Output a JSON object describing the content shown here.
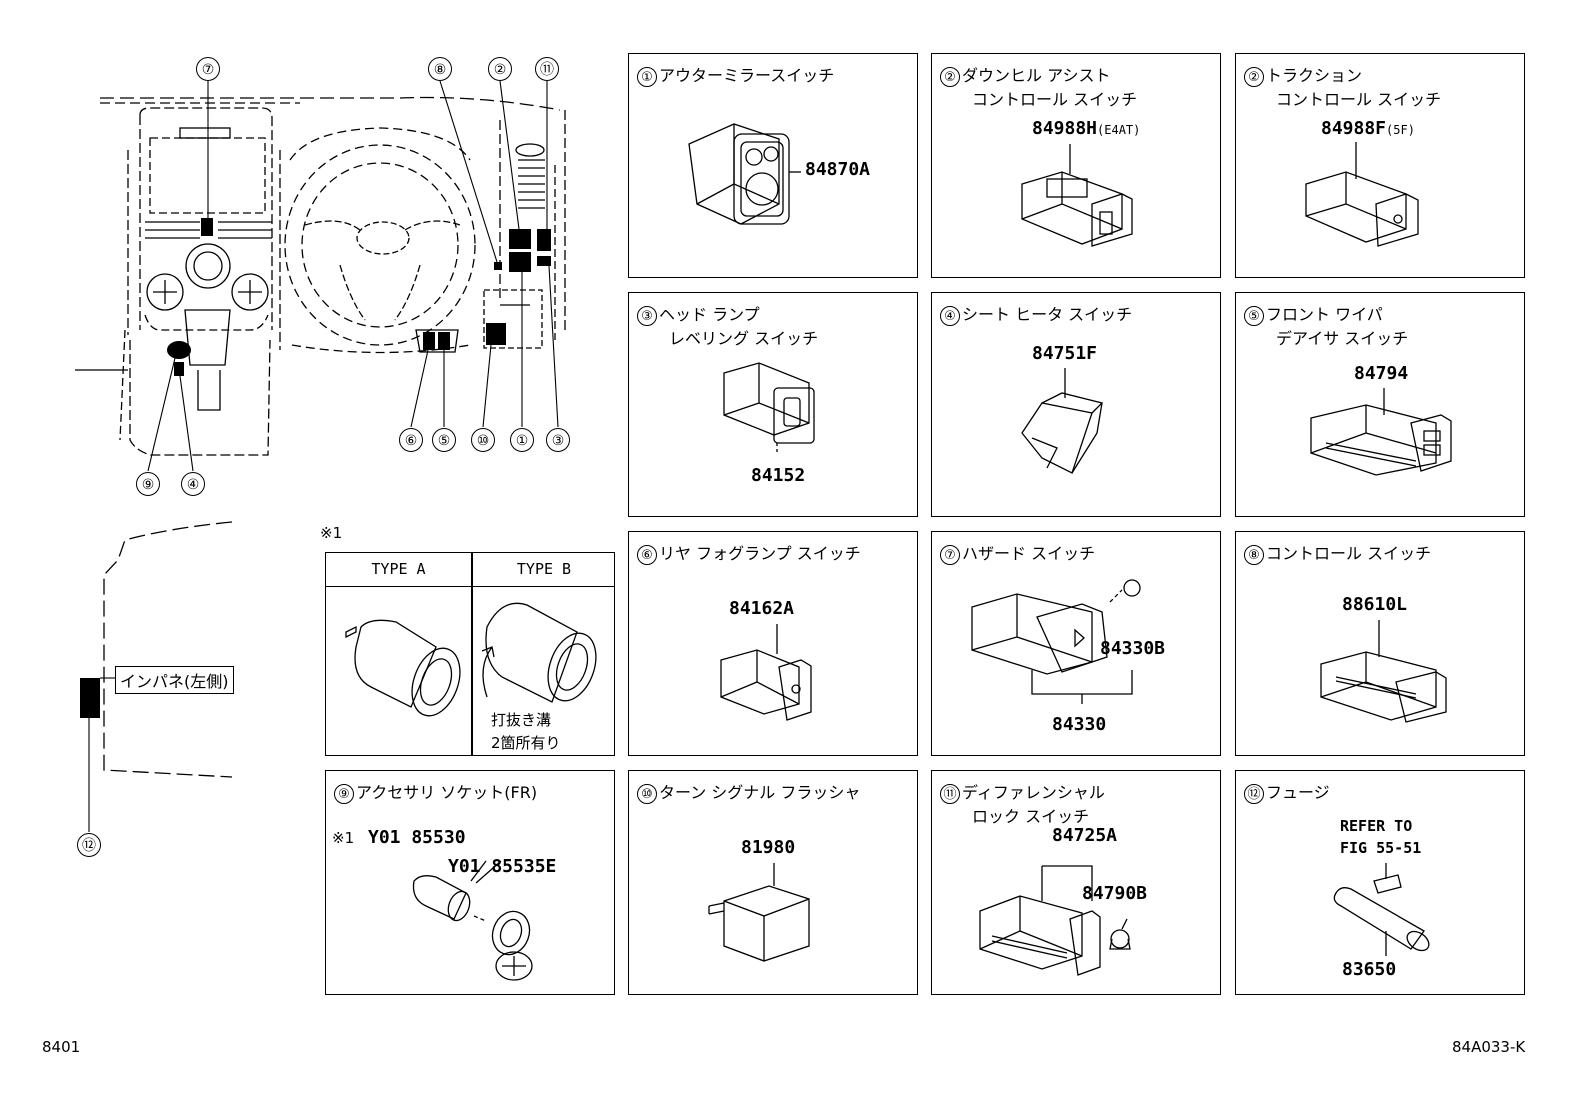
{
  "footer": {
    "left": "8401",
    "right": "84A033-K"
  },
  "overview": {
    "callouts": [
      "⑦",
      "⑧",
      "②",
      "⑪",
      "⑥",
      "⑤",
      "⑩",
      "①",
      "③",
      "⑨",
      "④",
      "⑫"
    ],
    "instrument_panel_label": "インパネ(左側)"
  },
  "note_box": {
    "ref": "※1",
    "type_a": "TYPE A",
    "type_b": "TYPE B",
    "note_line1": "打抜き溝",
    "note_line2": "2箇所有り"
  },
  "parts": [
    {
      "num": "①",
      "title": "アウターミラースイッチ",
      "pn": "84870A"
    },
    {
      "num": "②",
      "title": "ダウンヒル アシスト\n　　コントロール スイッチ",
      "pn": "84988H",
      "pn_suffix": "(E4AT)"
    },
    {
      "num": "②",
      "title": "トラクション\n　　コントロール スイッチ",
      "pn": "84988F",
      "pn_suffix": "(5F)"
    },
    {
      "num": "③",
      "title": "ヘッド ランプ\n　　レベリング スイッチ",
      "pn": "84152"
    },
    {
      "num": "④",
      "title": "シート ヒータ スイッチ",
      "pn": "84751F"
    },
    {
      "num": "⑤",
      "title": "フロント ワイパ\n　　デアイサ スイッチ",
      "pn": "84794"
    },
    {
      "num": "⑥",
      "title": "リヤ フォグランプ スイッチ",
      "pn": "84162A"
    },
    {
      "num": "⑦",
      "title": "ハザード スイッチ",
      "pn": "84330B",
      "pn2": "84330"
    },
    {
      "num": "⑧",
      "title": "コントロール スイッチ",
      "pn": "88610L"
    },
    {
      "num": "⑨",
      "title": "アクセサリ ソケット(FR)",
      "pn_note": "※1",
      "pn": "Y01 85530",
      "pn2": "Y01 85535E"
    },
    {
      "num": "⑩",
      "title": "ターン シグナル フラッシャ",
      "pn": "81980"
    },
    {
      "num": "⑪",
      "title": "ディファレンシャル\n　　ロック スイッチ",
      "pn": "84725A",
      "pn2": "84790B"
    },
    {
      "num": "⑫",
      "title": "フュージ",
      "ref_line1": "REFER TO",
      "ref_line2": "FIG 55-51",
      "pn": "83650"
    }
  ]
}
